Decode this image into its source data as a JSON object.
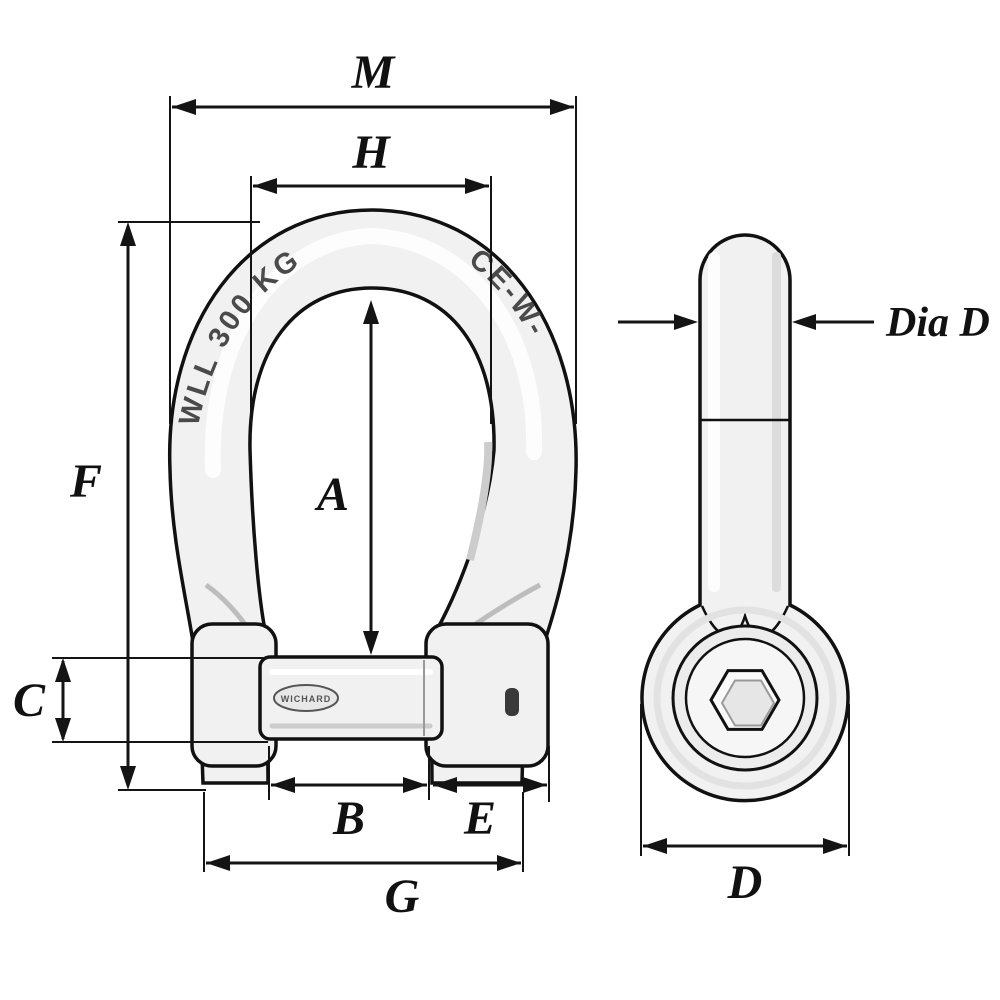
{
  "figure": {
    "dimension_labels": {
      "M": "M",
      "H": "H",
      "A": "A",
      "F": "F",
      "C": "C",
      "B": "B",
      "E": "E",
      "G": "G",
      "D": "D",
      "dia_d": "Dia D"
    },
    "views": {
      "front": {
        "markings": {
          "wll": "WLL 300 KG",
          "ce": "CE-W-",
          "brand": "WICHARD"
        }
      }
    },
    "colors": {
      "line": "#141414",
      "outline": "#111111",
      "metal_light": "#f1f1f1",
      "metal_highlight": "#ffffff",
      "metal_shadow": "#d5d5d5",
      "background": "#ffffff"
    }
  }
}
